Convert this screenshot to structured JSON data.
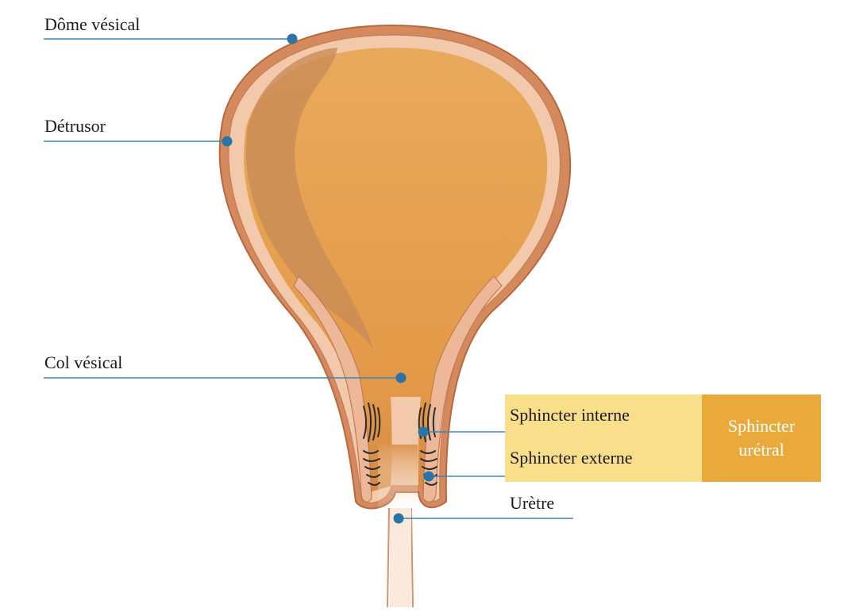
{
  "labels": {
    "dome": "Dôme vésical",
    "detrusor": "Détrusor",
    "col": "Col vésical",
    "sphincter_interne": "Sphincter interne",
    "sphincter_externe": "Sphincter externe",
    "uretre": "Urètre"
  },
  "group_box": {
    "line1": "Sphincter",
    "line2": "urétral"
  },
  "colors": {
    "leader_line": "#3a86b8",
    "leader_dot": "#2a74a8",
    "wall_outer": "#d98a5e",
    "wall_inner": "#f3c9ac",
    "lumen": "#e7a153",
    "box_light": "#f9df8c",
    "box_dark": "#eaaa3b"
  }
}
